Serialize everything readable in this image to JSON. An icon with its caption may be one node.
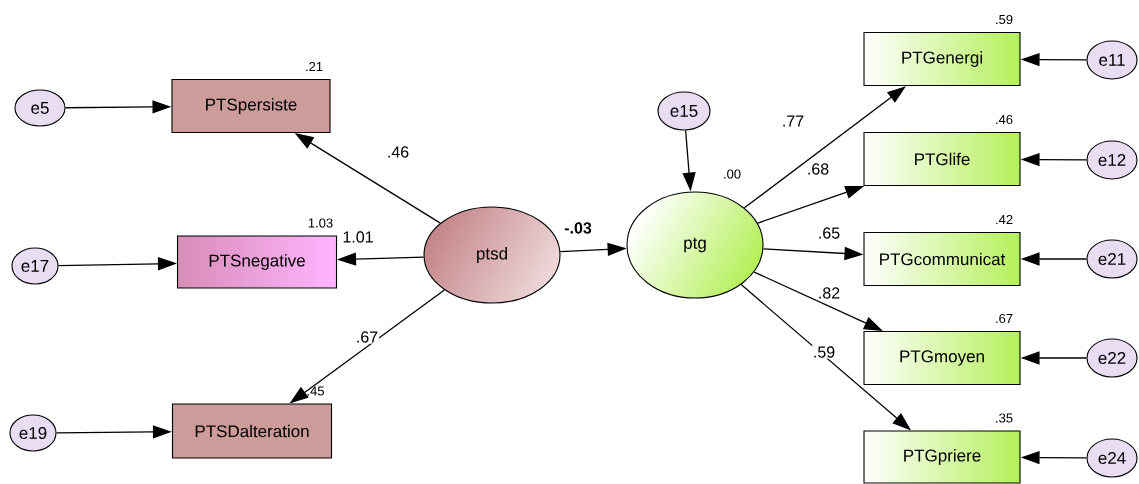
{
  "diagram": {
    "nodes": [
      {
        "text": [
          "ptsd"
        ]
      },
      {
        "text": [
          "ptg"
        ],
        "beside": [
          ".00"
        ]
      },
      {
        "text": [
          "PTSpersiste"
        ],
        "beside": [
          ".21"
        ]
      },
      {
        "text": [
          "PTSnegative"
        ],
        "beside": [
          "1.03"
        ]
      },
      {
        "text": [
          "PTSDalteration"
        ],
        "beside": [
          ".45"
        ]
      },
      {
        "text": [
          "e5"
        ]
      },
      {
        "text": [
          "e17"
        ]
      },
      {
        "text": [
          "e19"
        ]
      },
      {
        "text": [
          "e15"
        ]
      },
      {
        "text": [
          "PTGenergi"
        ],
        "beside": [
          ".59"
        ]
      },
      {
        "text": [
          "PTGlife"
        ],
        "beside": [
          ".46"
        ]
      },
      {
        "text": [
          "PTGcommunicat"
        ],
        "beside": [
          ".42"
        ]
      },
      {
        "text": [
          "PTGmoyen"
        ],
        "beside": [
          ".67"
        ]
      },
      {
        "text": [
          "PTGpriere"
        ],
        "beside": [
          ".35"
        ]
      },
      {
        "text": [
          "e11"
        ]
      },
      {
        "text": [
          "e12"
        ]
      },
      {
        "text": [
          "e21"
        ]
      },
      {
        "text": [
          "e22"
        ]
      },
      {
        "text": [
          "e24"
        ]
      }
    ],
    "edges": [
      {
        "from": 0,
        "to": 2,
        "arrow": "to",
        "label": ".46"
      },
      {
        "from": 0,
        "to": 3,
        "arrow": "to",
        "label": "1.01"
      },
      {
        "from": 0,
        "to": 4,
        "arrow": "to",
        "label": ".67"
      },
      {
        "from": 0,
        "to": 1,
        "arrow": "to",
        "label": "-.03"
      },
      {
        "from": 5,
        "to": 2,
        "arrow": "to"
      },
      {
        "from": 6,
        "to": 3,
        "arrow": "to"
      },
      {
        "from": 7,
        "to": 4,
        "arrow": "to"
      },
      {
        "from": 8,
        "to": 1,
        "arrow": "to"
      },
      {
        "from": 1,
        "to": 9,
        "arrow": "to",
        "label": ".77"
      },
      {
        "from": 1,
        "to": 10,
        "arrow": "to",
        "label": ".68"
      },
      {
        "from": 1,
        "to": 11,
        "arrow": "to",
        "label": ".65"
      },
      {
        "from": 1,
        "to": 12,
        "arrow": "to",
        "label": ".82"
      },
      {
        "from": 1,
        "to": 13,
        "arrow": "to",
        "label": ".59"
      },
      {
        "from": 14,
        "to": 9,
        "arrow": "to"
      },
      {
        "from": 15,
        "to": 10,
        "arrow": "to"
      },
      {
        "from": 16,
        "to": 11,
        "arrow": "to"
      },
      {
        "from": 17,
        "to": 12,
        "arrow": "to"
      },
      {
        "from": 18,
        "to": 13,
        "arrow": "to"
      }
    ]
  }
}
